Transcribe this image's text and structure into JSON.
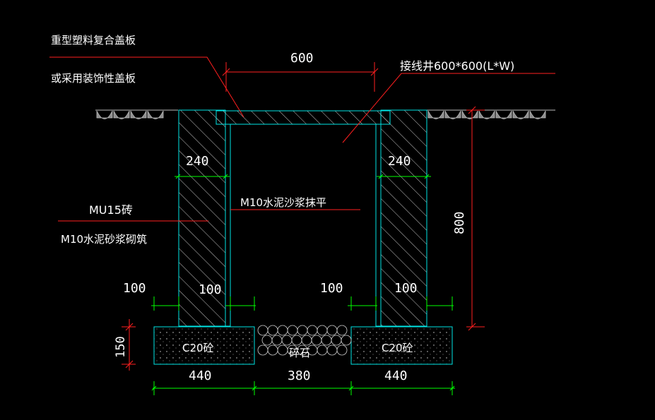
{
  "colors": {
    "background": "#000000",
    "cyan": "#00e5e5",
    "red": "#ff1f1f",
    "green": "#00ff00",
    "text": "#ffffff",
    "hatch": "#c8c8c8",
    "ground": "#bdbdbd"
  },
  "labels": {
    "cover_line1": "重型塑料复合盖板",
    "cover_line2": "或采用装饰性盖板",
    "well": "接线井600*600(L*W)",
    "mortar_fill": "M10水泥沙浆抹平",
    "brick_line1": "MU15砖",
    "brick_line2": "M10水泥砂浆砌筑",
    "concrete_left": "C20砼",
    "concrete_right": "C20砼",
    "gravel": "碎石"
  },
  "dimensions": {
    "top_width": "600",
    "height": "800",
    "wall_left": "240",
    "wall_right": "240",
    "offset_outer_left": "100",
    "offset_inner_left": "100",
    "offset_inner_right": "100",
    "offset_outer_right": "100",
    "footing_height": "150",
    "footing_left": "440",
    "gap_bottom": "380",
    "footing_right": "440"
  }
}
